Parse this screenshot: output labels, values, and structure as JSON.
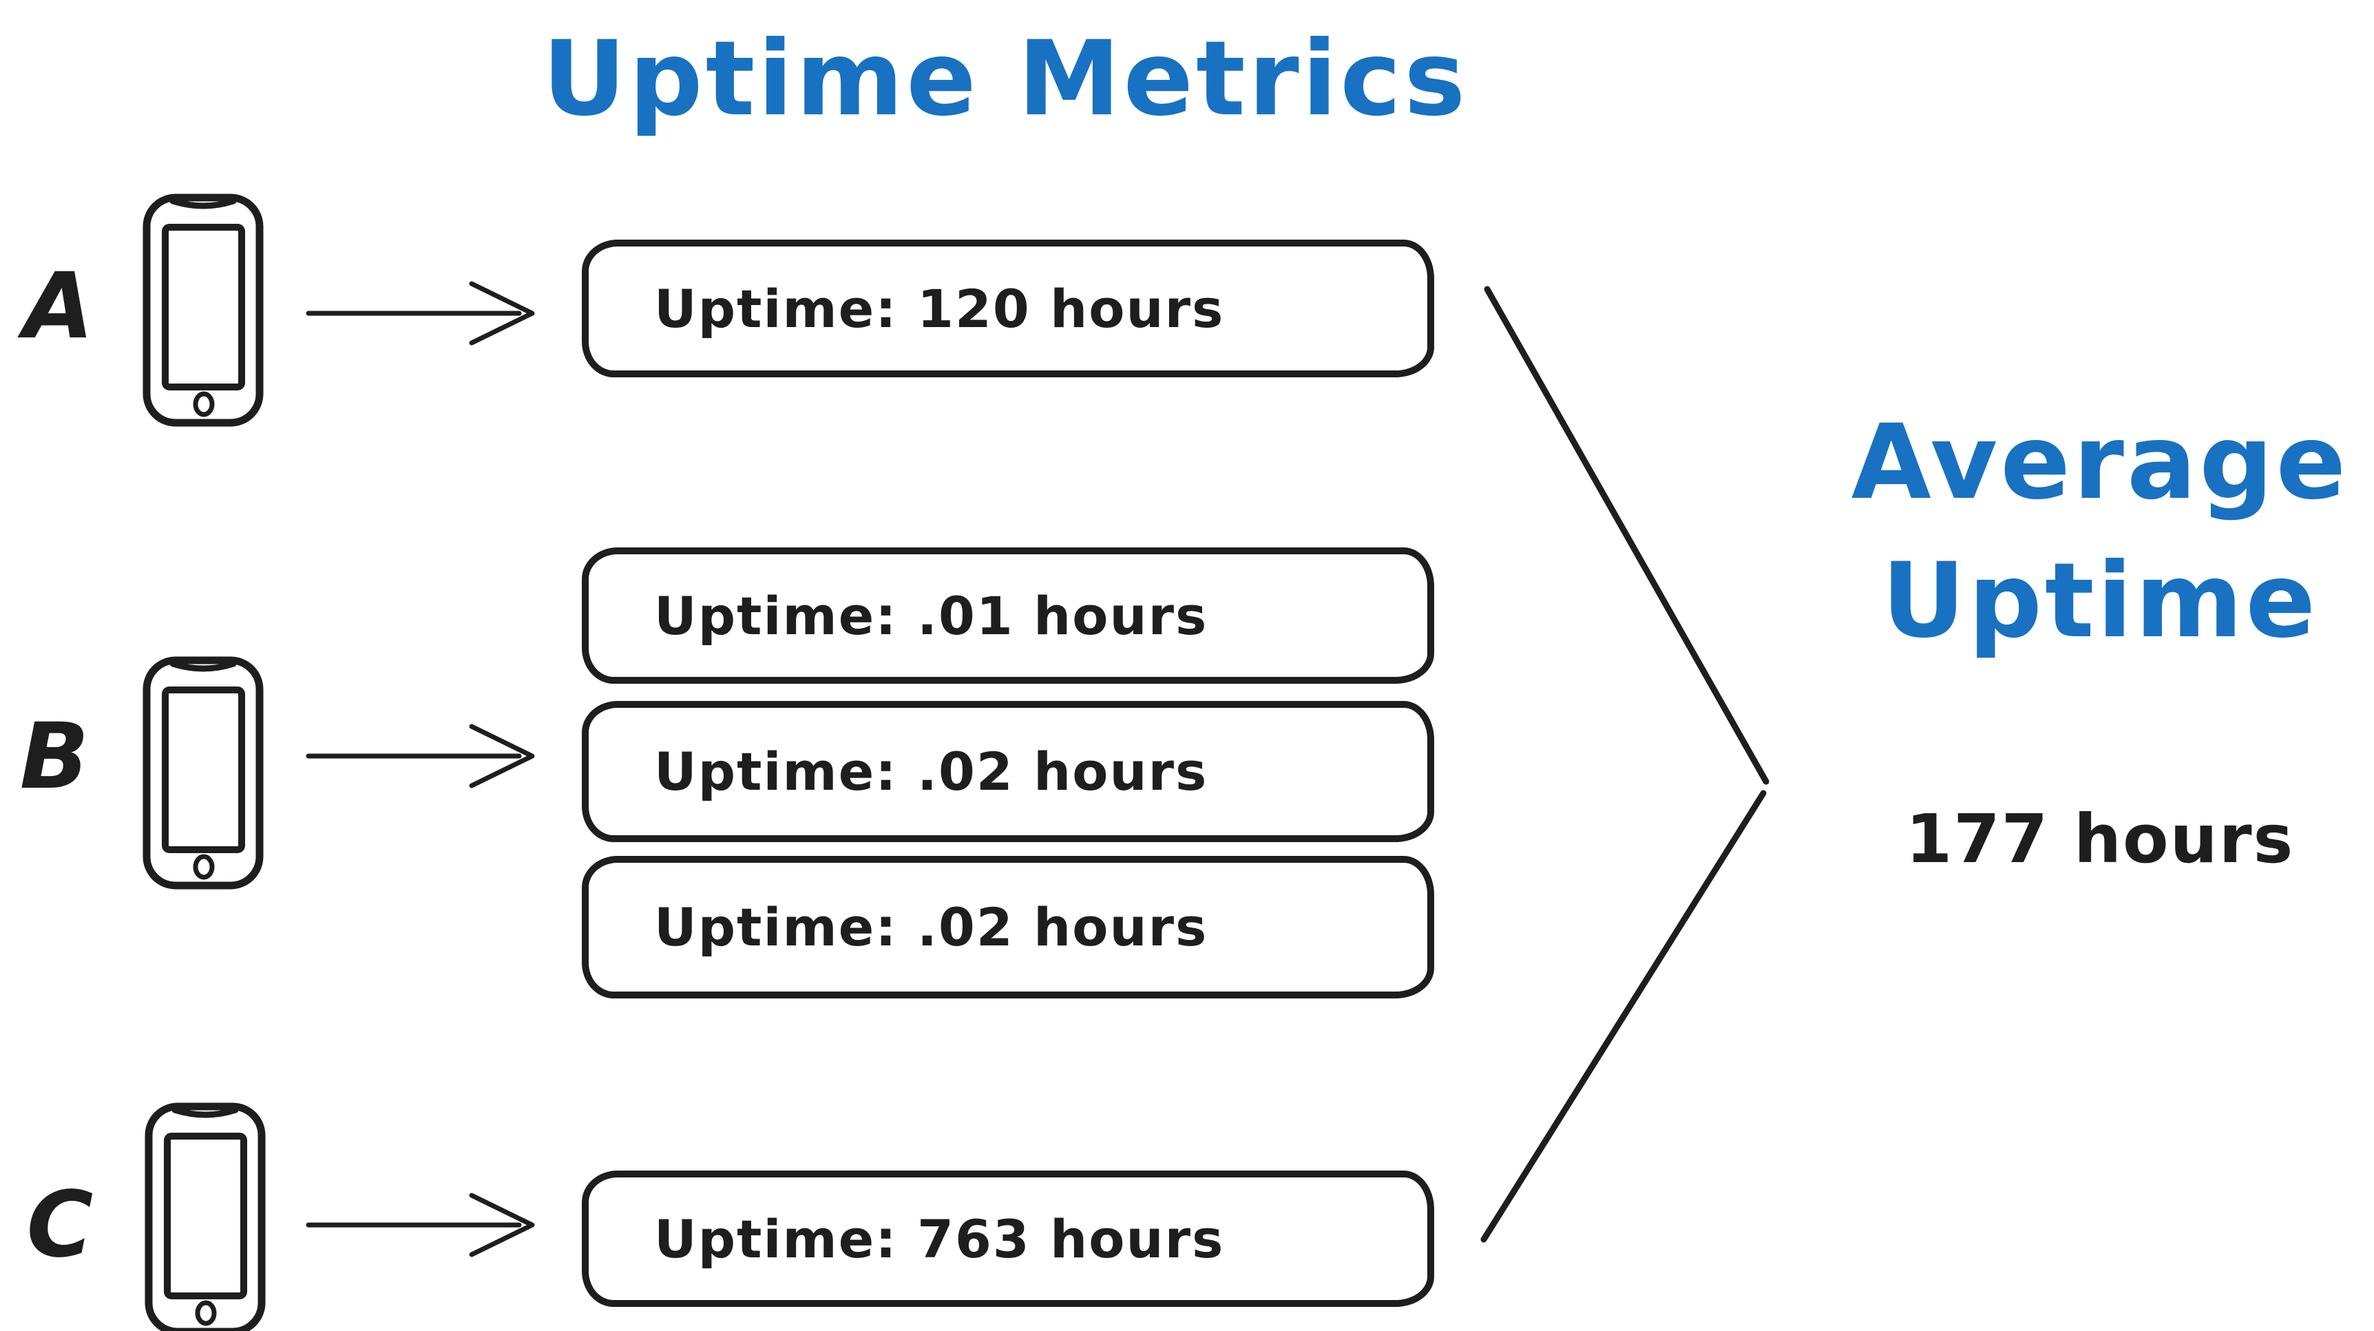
{
  "diagram": {
    "title": "Uptime Metrics",
    "colors": {
      "accent_blue": "#1971c2",
      "ink_black": "#1e1e1e",
      "background": "#ffffff"
    },
    "devices": [
      {
        "label": "A",
        "icon": "phone-icon",
        "boxes": [
          "Uptime: 120 hours"
        ]
      },
      {
        "label": "B",
        "icon": "phone-icon",
        "boxes": [
          "Uptime: .01 hours",
          "Uptime: .02 hours",
          "Uptime: .02 hours"
        ]
      },
      {
        "label": "C",
        "icon": "phone-icon",
        "boxes": [
          "Uptime: 763 hours"
        ]
      }
    ],
    "result": {
      "title_line1": "Average",
      "title_line2": "Uptime",
      "value": "177 hours"
    }
  }
}
